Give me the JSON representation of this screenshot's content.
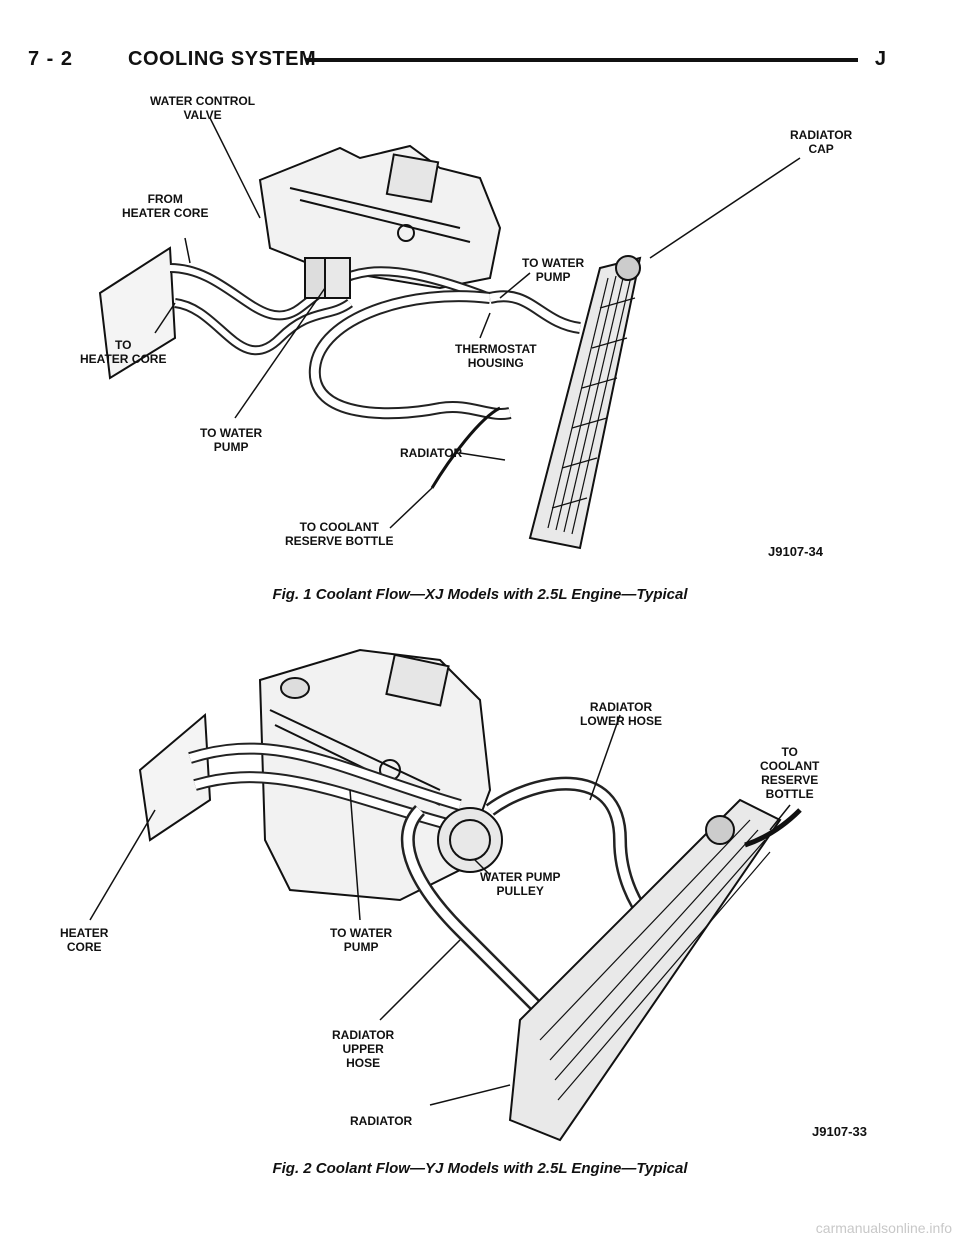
{
  "header": {
    "page": "7 - 2",
    "section": "COOLING SYSTEM",
    "letter": "J"
  },
  "figure1": {
    "caption": "Fig. 1 Coolant Flow—XJ Models with 2.5L Engine—Typical",
    "code": "J9107-34",
    "labels": {
      "water_control_valve": "WATER CONTROL\nVALVE",
      "from_heater_core": "FROM\nHEATER CORE",
      "to_heater_core": "TO\nHEATER CORE",
      "radiator_cap": "RADIATOR\nCAP",
      "to_water_pump_top": "TO WATER\nPUMP",
      "thermostat_housing": "THERMOSTAT\nHOUSING",
      "to_water_pump_bottom": "TO WATER\nPUMP",
      "radiator": "RADIATOR",
      "to_coolant_reserve": "TO COOLANT\nRESERVE BOTTLE"
    }
  },
  "figure2": {
    "caption": "Fig. 2 Coolant Flow—YJ Models with 2.5L Engine—Typical",
    "code": "J9107-33",
    "labels": {
      "radiator_lower_hose": "RADIATOR\nLOWER HOSE",
      "to_coolant_reserve": "TO\nCOOLANT\nRESERVE\nBOTTLE",
      "heater_core": "HEATER\nCORE",
      "to_water_pump": "TO WATER\nPUMP",
      "water_pump_pulley": "WATER PUMP\nPULLEY",
      "radiator_upper_hose": "RADIATOR\nUPPER\nHOSE",
      "radiator": "RADIATOR"
    }
  },
  "watermark": "carmanualsonline.info"
}
